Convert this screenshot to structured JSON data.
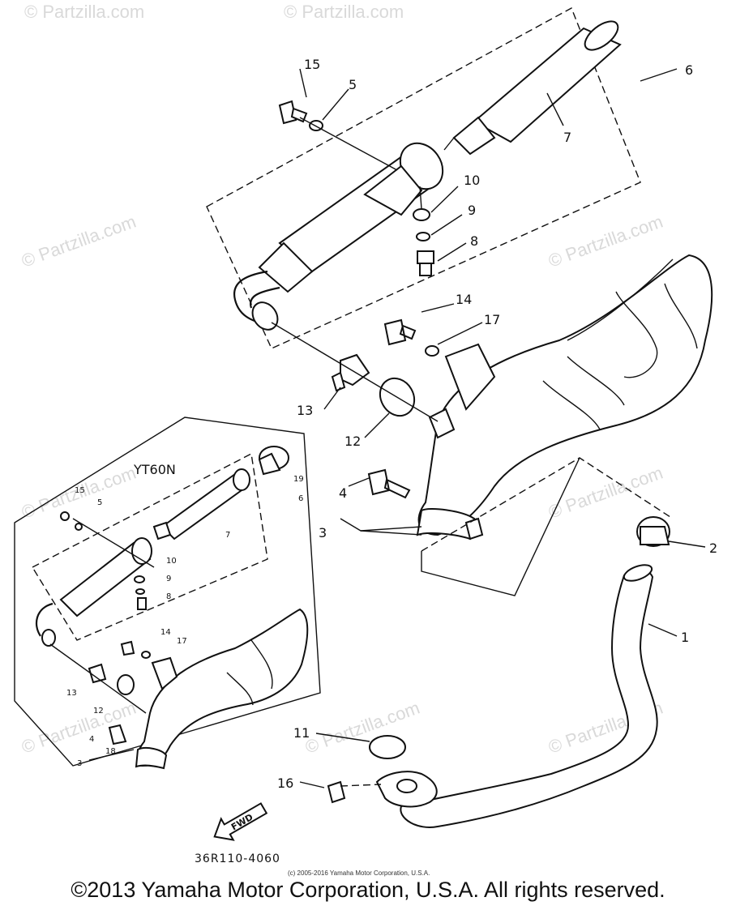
{
  "diagram": {
    "watermark": "© Partzilla.com",
    "main_labels": [
      {
        "id": "1",
        "text": "1"
      },
      {
        "id": "2",
        "text": "2"
      },
      {
        "id": "3",
        "text": "3"
      },
      {
        "id": "4",
        "text": "4"
      },
      {
        "id": "5",
        "text": "5"
      },
      {
        "id": "6",
        "text": "6"
      },
      {
        "id": "7",
        "text": "7"
      },
      {
        "id": "8",
        "text": "8"
      },
      {
        "id": "9",
        "text": "9"
      },
      {
        "id": "10",
        "text": "10"
      },
      {
        "id": "11",
        "text": "11"
      },
      {
        "id": "12",
        "text": "12"
      },
      {
        "id": "13",
        "text": "13"
      },
      {
        "id": "14",
        "text": "14"
      },
      {
        "id": "15",
        "text": "15"
      },
      {
        "id": "16",
        "text": "16"
      },
      {
        "id": "17",
        "text": "17"
      }
    ],
    "inset": {
      "title": "YT60N",
      "labels": [
        {
          "id": "15",
          "text": "15"
        },
        {
          "id": "5",
          "text": "5"
        },
        {
          "id": "19",
          "text": "19"
        },
        {
          "id": "6",
          "text": "6"
        },
        {
          "id": "7",
          "text": "7"
        },
        {
          "id": "10",
          "text": "10"
        },
        {
          "id": "9",
          "text": "9"
        },
        {
          "id": "8",
          "text": "8"
        },
        {
          "id": "14",
          "text": "14"
        },
        {
          "id": "17",
          "text": "17"
        },
        {
          "id": "13",
          "text": "13"
        },
        {
          "id": "12",
          "text": "12"
        },
        {
          "id": "4",
          "text": "4"
        },
        {
          "id": "18",
          "text": "18"
        },
        {
          "id": "3",
          "text": "3"
        }
      ]
    },
    "fwd_label": "FWD",
    "diagram_code": "36R110-4060",
    "small_copyright": "(c) 2005-2016 Yamaha Motor Corporation, U.S.A.",
    "copyright": "©2013 Yamaha Motor Corporation, U.S.A. All rights reserved."
  }
}
